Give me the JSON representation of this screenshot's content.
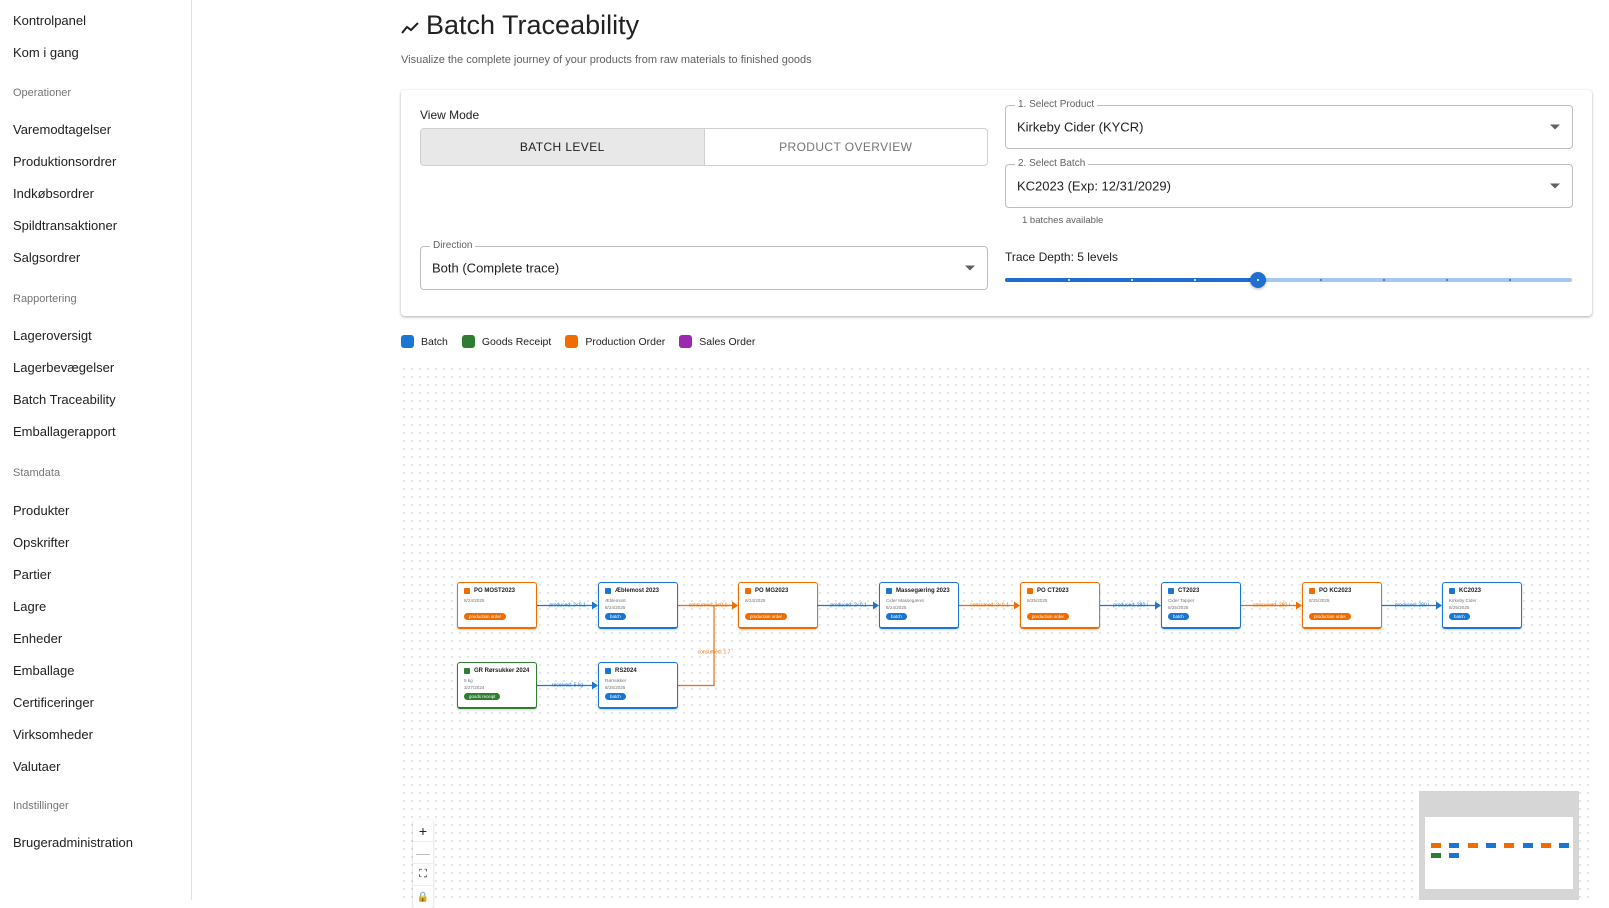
{
  "sidebar": {
    "items_top": [
      "Kontrolpanel",
      "Kom i gang"
    ],
    "sections": [
      {
        "title": "Operationer",
        "items": [
          "Varemodtagelser",
          "Produktionsordrer",
          "Indkøbsordrer",
          "Spildtransaktioner",
          "Salgsordrer"
        ]
      },
      {
        "title": "Rapportering",
        "items": [
          "Lageroversigt",
          "Lagerbevægelser",
          "Batch Traceability",
          "Emballagerapport"
        ]
      },
      {
        "title": "Stamdata",
        "items": [
          "Produkter",
          "Opskrifter",
          "Partier",
          "Lagre",
          "Enheder",
          "Emballage",
          "Certificeringer",
          "Virksomheder",
          "Valutaer"
        ]
      },
      {
        "title": "Indstillinger",
        "items": [
          "Brugeradministration"
        ]
      }
    ]
  },
  "header": {
    "title": "Batch Traceability",
    "subtitle": "Visualize the complete journey of your products from raw materials to finished goods"
  },
  "controls": {
    "view_mode_label": "View Mode",
    "view_modes": [
      "BATCH LEVEL",
      "PRODUCT OVERVIEW"
    ],
    "active_view_mode": "BATCH LEVEL",
    "product_label": "1. Select Product",
    "product_value": "Kirkeby Cider (KYCR)",
    "batch_label": "2. Select Batch",
    "batch_value": "KC2023 (Exp: 12/31/2029)",
    "batch_helper": "1 batches available",
    "direction_label": "Direction",
    "direction_value": "Both (Complete trace)",
    "depth_label": "Trace Depth: 5 levels",
    "depth_value": 5,
    "depth_max": 10
  },
  "legend": [
    {
      "label": "Batch",
      "color": "#1976d2"
    },
    {
      "label": "Goods Receipt",
      "color": "#2e7d32"
    },
    {
      "label": "Production Order",
      "color": "#ef6c00"
    },
    {
      "label": "Sales Order",
      "color": "#9c27b0"
    }
  ],
  "graph": {
    "nodes": [
      {
        "id": "po-most",
        "type": "production",
        "title": "PO MOST2023",
        "lines": [
          "8/24/2025"
        ],
        "chip": "production order"
      },
      {
        "id": "b-aeble",
        "type": "batch",
        "title": "Æblemost 2023",
        "lines": [
          "Æblemost",
          "8/24/2025"
        ],
        "chip": "batch"
      },
      {
        "id": "po-mg",
        "type": "production",
        "title": "PO MG2023",
        "lines": [
          "8/24/2025"
        ],
        "chip": "production order"
      },
      {
        "id": "b-masse",
        "type": "batch",
        "title": "Massegæring 2023",
        "lines": [
          "Cider Massegæret",
          "8/24/2025"
        ],
        "chip": "batch"
      },
      {
        "id": "po-ct",
        "type": "production",
        "title": "PO CT2023",
        "lines": [
          "8/25/2025"
        ],
        "chip": "production order"
      },
      {
        "id": "b-ct",
        "type": "batch",
        "title": "CT2023",
        "lines": [
          "Cider Tappet",
          "8/25/2025"
        ],
        "chip": "batch"
      },
      {
        "id": "po-kc",
        "type": "production",
        "title": "PO KC2023",
        "lines": [
          "8/25/2025"
        ],
        "chip": "production order"
      },
      {
        "id": "b-kc",
        "type": "batch",
        "title": "KC2023",
        "lines": [
          "Kirkeby Cider",
          "8/25/2025"
        ],
        "chip": "batch"
      },
      {
        "id": "gr-ros",
        "type": "receipt",
        "title": "GR Rørsukker 2024",
        "lines": [
          "5 kg",
          "3/27/2024"
        ],
        "chip": "goods receipt"
      },
      {
        "id": "b-rs",
        "type": "batch",
        "title": "RS2024",
        "lines": [
          "Rørsukker",
          "8/25/2025"
        ],
        "chip": "batch"
      }
    ],
    "edges": [
      {
        "from": "po-most",
        "to": "b-aeble",
        "type": "produced",
        "label": "produced: 2<0.1"
      },
      {
        "from": "b-aeble",
        "to": "po-mg",
        "type": "consumed",
        "label": "consumed: 2<0.1"
      },
      {
        "from": "po-mg",
        "to": "b-masse",
        "type": "produced",
        "label": "produced: 2<0.1"
      },
      {
        "from": "b-masse",
        "to": "po-ct",
        "type": "consumed",
        "label": "consumed: 2<0.1"
      },
      {
        "from": "po-ct",
        "to": "b-ct",
        "type": "produced",
        "label": "produced: 280 l"
      },
      {
        "from": "b-ct",
        "to": "po-kc",
        "type": "consumed",
        "label": "consumed: 280 l"
      },
      {
        "from": "po-kc",
        "to": "b-kc",
        "type": "produced",
        "label": "produced: 280 l"
      },
      {
        "from": "gr-ros",
        "to": "b-rs",
        "type": "received",
        "label": "received: 5 kg"
      },
      {
        "from": "b-rs",
        "to": "po-mg",
        "type": "consumed",
        "label": "consumed: 1.7"
      }
    ]
  },
  "zoom_controls": {
    "zoom_in": "+",
    "zoom_out": "—",
    "fit": "⛶",
    "lock": "🔒"
  },
  "colors": {
    "batch": "#1976d2",
    "receipt": "#2e7d32",
    "production": "#ef6c00",
    "sales": "#9c27b0",
    "accent": "#1e6fd0"
  }
}
